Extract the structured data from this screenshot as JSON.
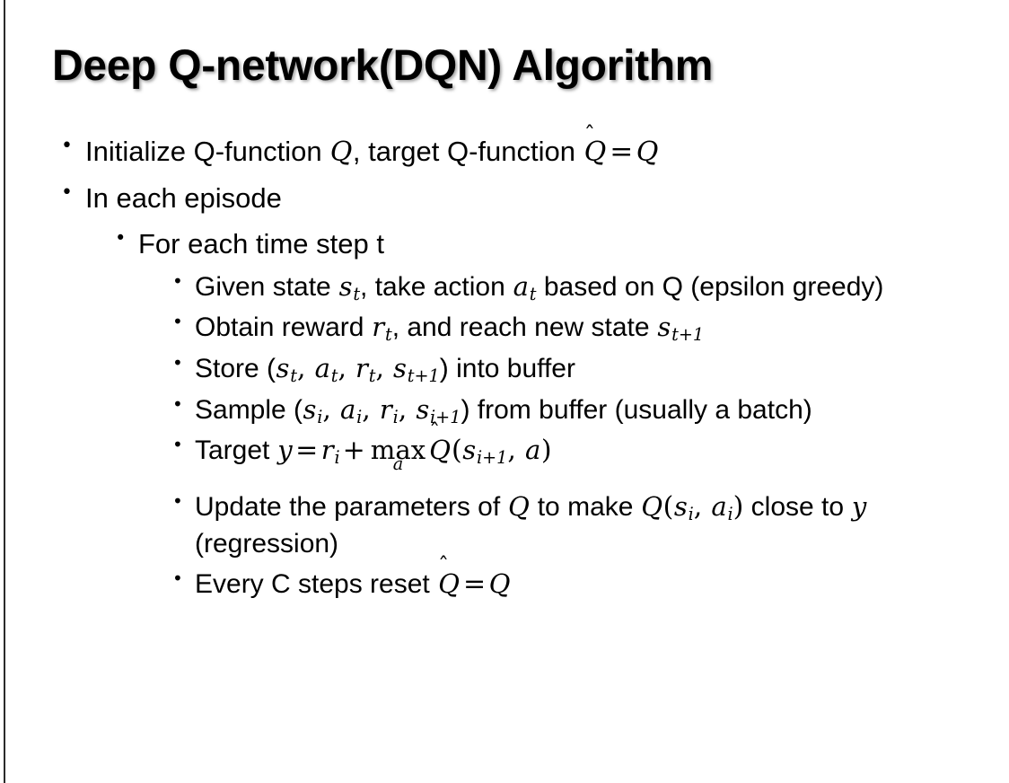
{
  "slide": {
    "title": "Deep Q-network(DQN) Algorithm",
    "background_color": "#ffffff",
    "text_color": "#000000",
    "edge_color": "#2a2a2a"
  },
  "bullets": {
    "l1_initialize_pre": "Initialize Q-function ",
    "l1_initialize_q": "Q",
    "l1_initialize_mid": ", target Q-function ",
    "l1_initialize_qhat": "Q",
    "l1_initialize_hat": "̂",
    "l1_initialize_eq": "=",
    "l1_initialize_q2": "Q",
    "l1_in_each_episode": "In each episode",
    "l2_for_each_time_step": "For each time step t",
    "l3_given_pre": "Given state ",
    "l3_given_s": "s",
    "l3_given_s_sub": "t",
    "l3_given_mid": ", take action ",
    "l3_given_a": "a",
    "l3_given_a_sub": "t",
    "l3_given_post": " based on Q (epsilon greedy)",
    "l3_obtain_pre": "Obtain reward ",
    "l3_obtain_r": "r",
    "l3_obtain_r_sub": "t",
    "l3_obtain_mid": ", and reach new state ",
    "l3_obtain_s": "s",
    "l3_obtain_s_sub": "t+1",
    "l3_store_pre": "Store (",
    "l3_store_s": "s",
    "l3_store_s_sub": "t",
    "l3_store_c1": ", ",
    "l3_store_a": "a",
    "l3_store_a_sub": "t",
    "l3_store_c2": ", ",
    "l3_store_r": "r",
    "l3_store_r_sub": "t",
    "l3_store_c3": ", ",
    "l3_store_s2": "s",
    "l3_store_s2_sub": "t+1",
    "l3_store_post": ") into buffer",
    "l3_sample_pre": "Sample (",
    "l3_sample_s": "s",
    "l3_sample_s_sub": "i",
    "l3_sample_c1": ", ",
    "l3_sample_a": "a",
    "l3_sample_a_sub": "i",
    "l3_sample_c2": ", ",
    "l3_sample_r": "r",
    "l3_sample_r_sub": "i",
    "l3_sample_c3": ", ",
    "l3_sample_s2": "s",
    "l3_sample_s2_sub": "i+1",
    "l3_sample_post": ") from buffer (usually a batch)",
    "l3_target_pre": "Target ",
    "l3_target_y": "y",
    "l3_target_eq": "=",
    "l3_target_r": "r",
    "l3_target_r_sub": "i",
    "l3_target_plus": "+",
    "l3_target_max": "max",
    "l3_target_max_lim": "a",
    "l3_target_qhat": "Q",
    "l3_target_hat": "̂",
    "l3_target_paren_open": "(",
    "l3_target_s": "s",
    "l3_target_s_sub": "i+1",
    "l3_target_comma": ", ",
    "l3_target_a": "a",
    "l3_target_paren_close": ")",
    "l3_update_pre": "Update the parameters of ",
    "l3_update_q": "Q",
    "l3_update_mid": " to make ",
    "l3_update_q2": "Q",
    "l3_update_paren_open": "(",
    "l3_update_s": "s",
    "l3_update_s_sub": "i",
    "l3_update_comma": ", ",
    "l3_update_a": "a",
    "l3_update_a_sub": "i",
    "l3_update_paren_close": ")",
    "l3_update_post": " close to ",
    "l3_update_y": "y",
    "l3_update_tail": " (regression)",
    "l3_every_pre": "Every C steps reset ",
    "l3_every_qhat": "Q",
    "l3_every_hat": "̂",
    "l3_every_eq": "=",
    "l3_every_q": "Q"
  },
  "icons": {
    "bullet_dot": "•"
  }
}
